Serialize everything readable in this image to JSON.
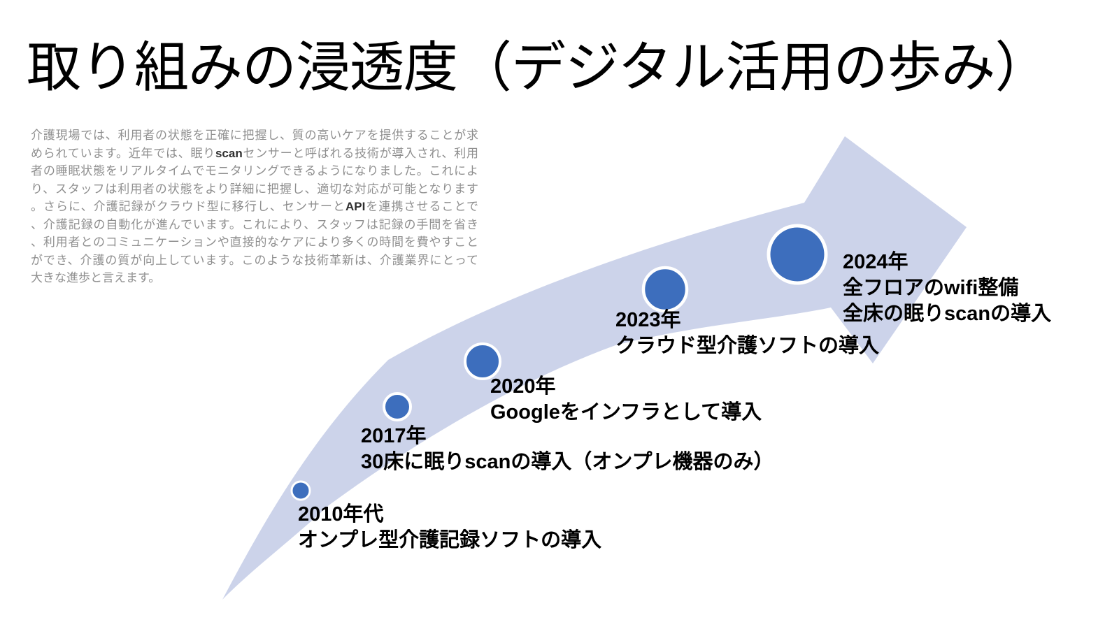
{
  "slide": {
    "title": "取り組みの浸透度（デジタル活用の歩み）",
    "intro_lines": [
      "介護現場では、利用者の状態を正確に把握し、質の高いケアを提供することが求",
      "められています。近年では、眠りscanセンサーと呼ばれる技術が導入され、利用",
      "者の睡眠状態をリアルタイムでモニタリングできるようになりました。これによ",
      "り、スタッフは利用者の状態をより詳細に把握し、適切な対応が可能となります",
      "。さらに、介護記録がクラウド型に移行し、センサーとAPIを連携させることで",
      "、介護記録の自動化が進んでいます。これにより、スタッフは記録の手間を省き",
      "、利用者とのコミュニケーションや直接的なケアにより多くの時間を費やすこと",
      "ができ、介護の質が向上しています。このような技術革新は、介護業界にとって",
      "大きな進歩と言えます。"
    ],
    "milestones": [
      {
        "year": "2010年代",
        "lines": [
          "オンプレ型介護記録ソフトの導入"
        ]
      },
      {
        "year": "2017年",
        "lines": [
          "30床に眠りscanの導入（オンプレ機器のみ）"
        ]
      },
      {
        "year": "2020年",
        "lines": [
          "Googleをインフラとして導入"
        ]
      },
      {
        "year": "2023年",
        "lines": [
          "クラウド型介護ソフトの導入"
        ]
      },
      {
        "year": "2024年",
        "lines": [
          "全フロアのwifi整備",
          "全床の眠りscanの導入"
        ]
      }
    ],
    "colors": {
      "arrow_body": "#ccd3ea",
      "dot_fill": "#3d6ebd",
      "dot_ring": "#ffffff",
      "intro_text": "#8f8f8f",
      "label_text": "#000000"
    }
  }
}
